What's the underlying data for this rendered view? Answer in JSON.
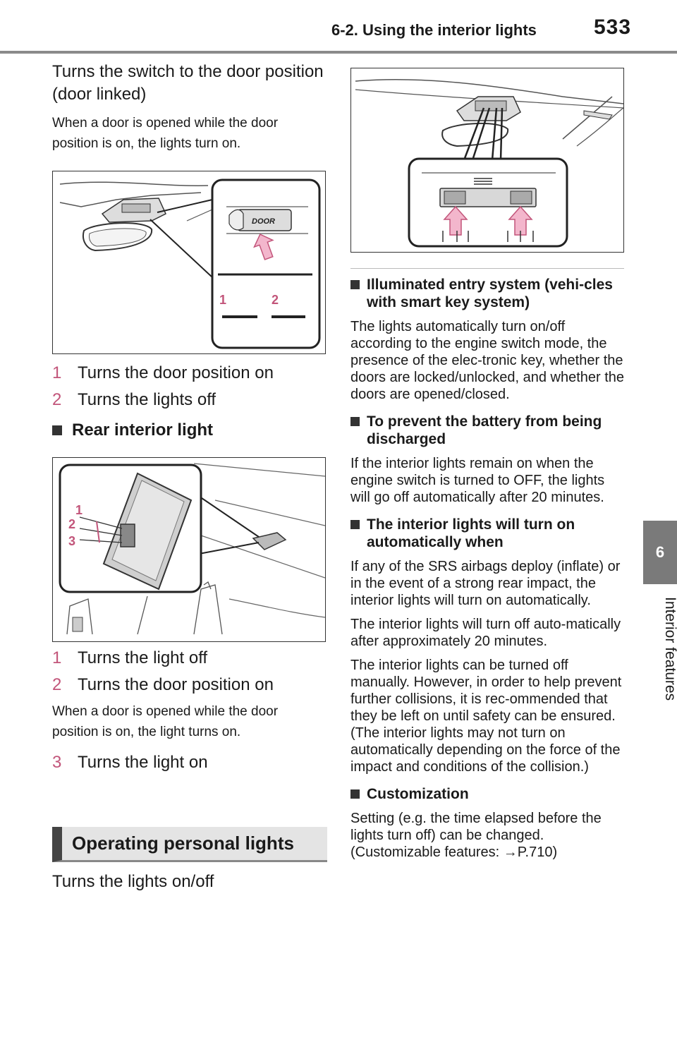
{
  "header": {
    "title": "6-2. Using the interior lights",
    "page_number": "533"
  },
  "side_tab": {
    "number": "6",
    "label": "Interior features"
  },
  "left": {
    "door_heading": "Turns the switch to the door position (door linked)",
    "door_desc": "When a door is opened while the door position is on, the lights turn on.",
    "fig1": {
      "door_label": "DOOR",
      "callout_1": "1",
      "callout_2": "2"
    },
    "list1": [
      {
        "num": "1",
        "text": "Turns the door position on"
      },
      {
        "num": "2",
        "text": "Turns the lights off"
      }
    ],
    "rear_heading": "Rear interior light",
    "fig2": {
      "callout_1": "1",
      "callout_2": "2",
      "callout_3": "3"
    },
    "list2": [
      {
        "num": "1",
        "text": "Turns the light off"
      },
      {
        "num": "2",
        "text": "Turns the door position on"
      }
    ],
    "list2_desc": "When a door is opened while the door position is on, the light turns on.",
    "list3": {
      "num": "3",
      "text": "Turns the light on"
    },
    "operating_title": "Operating personal lights",
    "operating_desc": "Turns the lights on/off"
  },
  "right": {
    "illuminated_heading": "Illuminated entry system (vehi-cles with smart key system)",
    "illuminated_text": "The lights automatically turn on/off according to the engine switch mode, the presence of the elec-tronic key, whether the doors are locked/unlocked, and whether the doors are opened/closed.",
    "battery_heading": "To prevent the battery from being discharged",
    "battery_text": "If the interior lights remain on when the engine switch is turned to OFF, the lights will go off automatically after 20 minutes.",
    "auto_heading": "The interior lights will turn on automatically when",
    "auto_text1": "If any of the SRS airbags deploy (inflate) or in the event of a strong rear impact, the interior lights will turn on automatically.",
    "auto_text2": "The interior lights will turn off auto-matically after approximately 20 minutes.",
    "auto_text3": "The interior lights can be turned off manually. However, in order to help prevent further collisions, it is rec-ommended that they be left on until safety can be ensured.",
    "auto_text4": "(The interior lights may not turn on automatically depending on the force of the impact and conditions of the collision.)",
    "custom_heading": "Customization",
    "custom_text": "Setting (e.g. the time elapsed before the lights turn off) can be changed. (Customizable features:",
    "custom_ref": "P.710)"
  },
  "colors": {
    "callout_pink": "#c2557a",
    "arrow_fill": "#f3b6cc"
  }
}
